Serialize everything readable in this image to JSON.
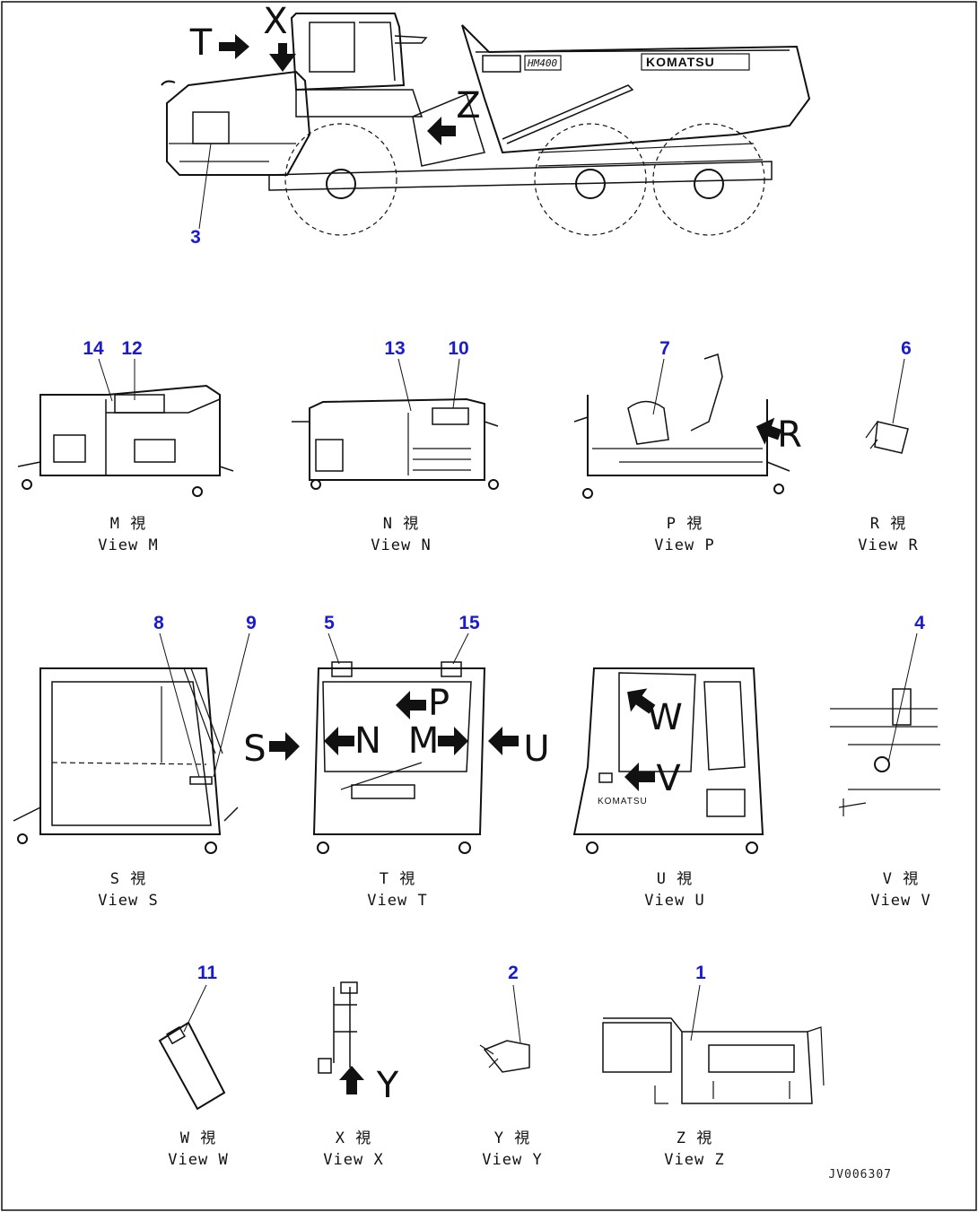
{
  "callouts": {
    "c1": "1",
    "c2": "2",
    "c3": "3",
    "c4": "4",
    "c5": "5",
    "c6": "6",
    "c7": "7",
    "c8": "8",
    "c9": "9",
    "c10": "10",
    "c11": "11",
    "c12": "12",
    "c13": "13",
    "c14": "14",
    "c15": "15"
  },
  "arrows": {
    "T": "T",
    "X": "X",
    "Z": "Z",
    "R": "R",
    "S": "S",
    "N": "N",
    "M": "M",
    "P": "P",
    "U": "U",
    "W": "W",
    "V": "V",
    "Y": "Y"
  },
  "captions": {
    "M": {
      "jp": "M 視",
      "en": "View M"
    },
    "N": {
      "jp": "N 視",
      "en": "View N"
    },
    "P": {
      "jp": "P 視",
      "en": "View P"
    },
    "R": {
      "jp": "R 視",
      "en": "View R"
    },
    "S": {
      "jp": "S 視",
      "en": "View S"
    },
    "T": {
      "jp": "T 視",
      "en": "View T"
    },
    "U": {
      "jp": "U 視",
      "en": "View U"
    },
    "V": {
      "jp": "V 視",
      "en": "View V"
    },
    "W": {
      "jp": "W 視",
      "en": "View W"
    },
    "X": {
      "jp": "X 視",
      "en": "View X"
    },
    "Y": {
      "jp": "Y 視",
      "en": "View Y"
    },
    "Z": {
      "jp": "Z 視",
      "en": "View Z"
    }
  },
  "truck": {
    "brand": "KOMATSU",
    "model": "HM400"
  },
  "cab_brand": "KOMATSU",
  "doc_id": "JV006307"
}
